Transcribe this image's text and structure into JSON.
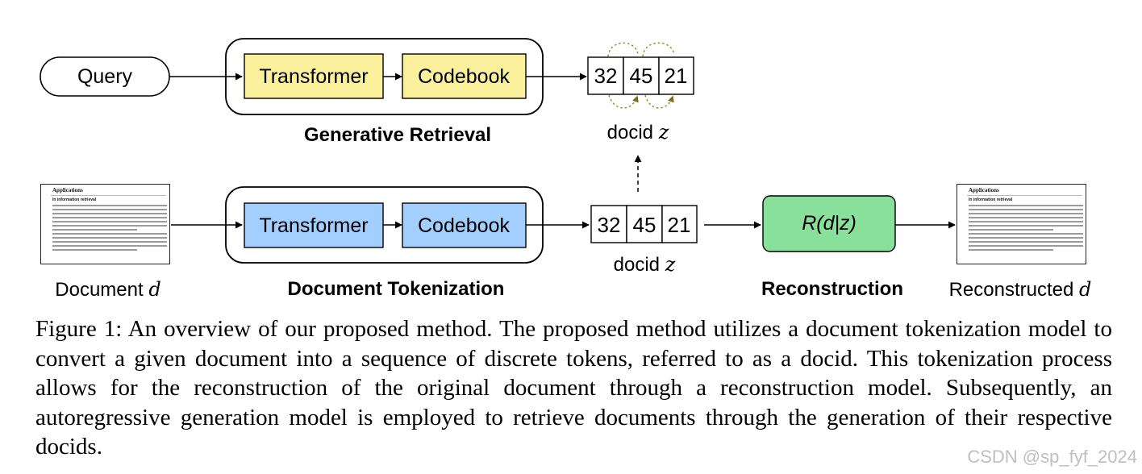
{
  "diagram": {
    "query": "Query",
    "transformer": "Transformer",
    "codebook": "Codebook",
    "docid_tokens": [
      "32",
      "45",
      "21"
    ],
    "docid_label": "docid ",
    "docid_var": "z",
    "generative_retrieval": "Generative Retrieval",
    "document_tokenization": "Document Tokenization",
    "reconstruction": "Reconstruction",
    "reconstruction_formula": "R(d|z)",
    "document_label": "Document ",
    "document_var": "d",
    "reconstructed_label": "Reconstructed ",
    "reconstructed_var": "d",
    "thumbnail_title": "Applications",
    "thumbnail_subtitle": "In information retrieval"
  },
  "colors": {
    "generative_box": "#fbf09c",
    "tokenization_box": "#a3cfff",
    "reconstruction_box": "#88e09b",
    "loop_arrow": "#a08a2a"
  },
  "caption": "Figure 1: An overview of our proposed method. The proposed method utilizes a document tokenization model to convert a given document into a sequence of discrete tokens, referred to as a docid. This tokenization process allows for the reconstruction of the original document through a reconstruction model. Subsequently, an autoregressive generation model is employed to retrieve documents through the generation of their respective docids.",
  "watermark": "CSDN @sp_fyf_2024"
}
